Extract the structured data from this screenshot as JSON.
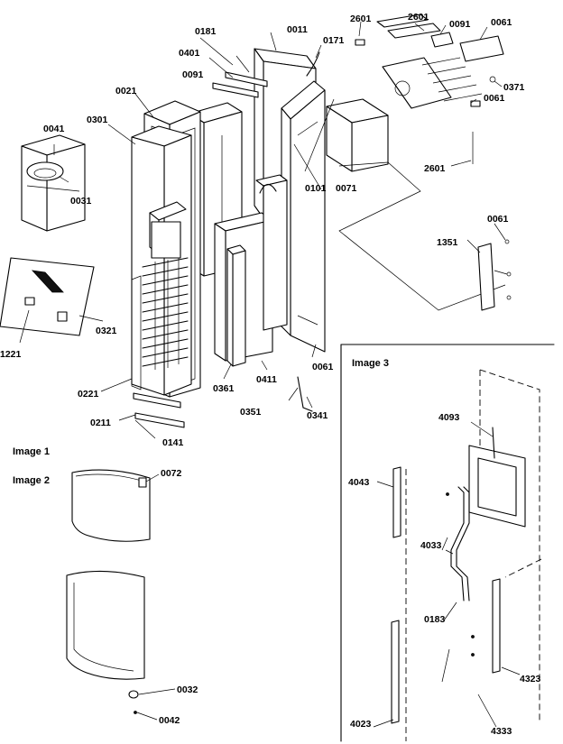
{
  "images": {
    "image1": "Image 1",
    "image2": "Image 2",
    "image3": "Image 3"
  },
  "labels": {
    "p0011": "0011",
    "p0021": "0021",
    "p0031": "0031",
    "p0032": "0032",
    "p0041": "0041",
    "p0042": "0042",
    "p0061a": "0061",
    "p0061b": "0061",
    "p0061c": "0061",
    "p0061d": "0061",
    "p0071": "0071",
    "p0072": "0072",
    "p0091a": "0091",
    "p0091b": "0091",
    "p0101": "0101",
    "p0141": "0141",
    "p0171": "0171",
    "p0181": "0181",
    "p0183": "0183",
    "p0211": "0211",
    "p0221": "0221",
    "p0301": "0301",
    "p0321": "0321",
    "p0341": "0341",
    "p0351": "0351",
    "p0361": "0361",
    "p0371": "0371",
    "p0401": "0401",
    "p0411": "0411",
    "p1221": "1221",
    "p1351": "1351",
    "p2601a": "2601",
    "p2601b": "2601",
    "p2601c": "2601",
    "p4023": "4023",
    "p4033": "4033",
    "p4043": "4043",
    "p4093": "4093",
    "p4323": "4323",
    "p4333": "4333"
  }
}
